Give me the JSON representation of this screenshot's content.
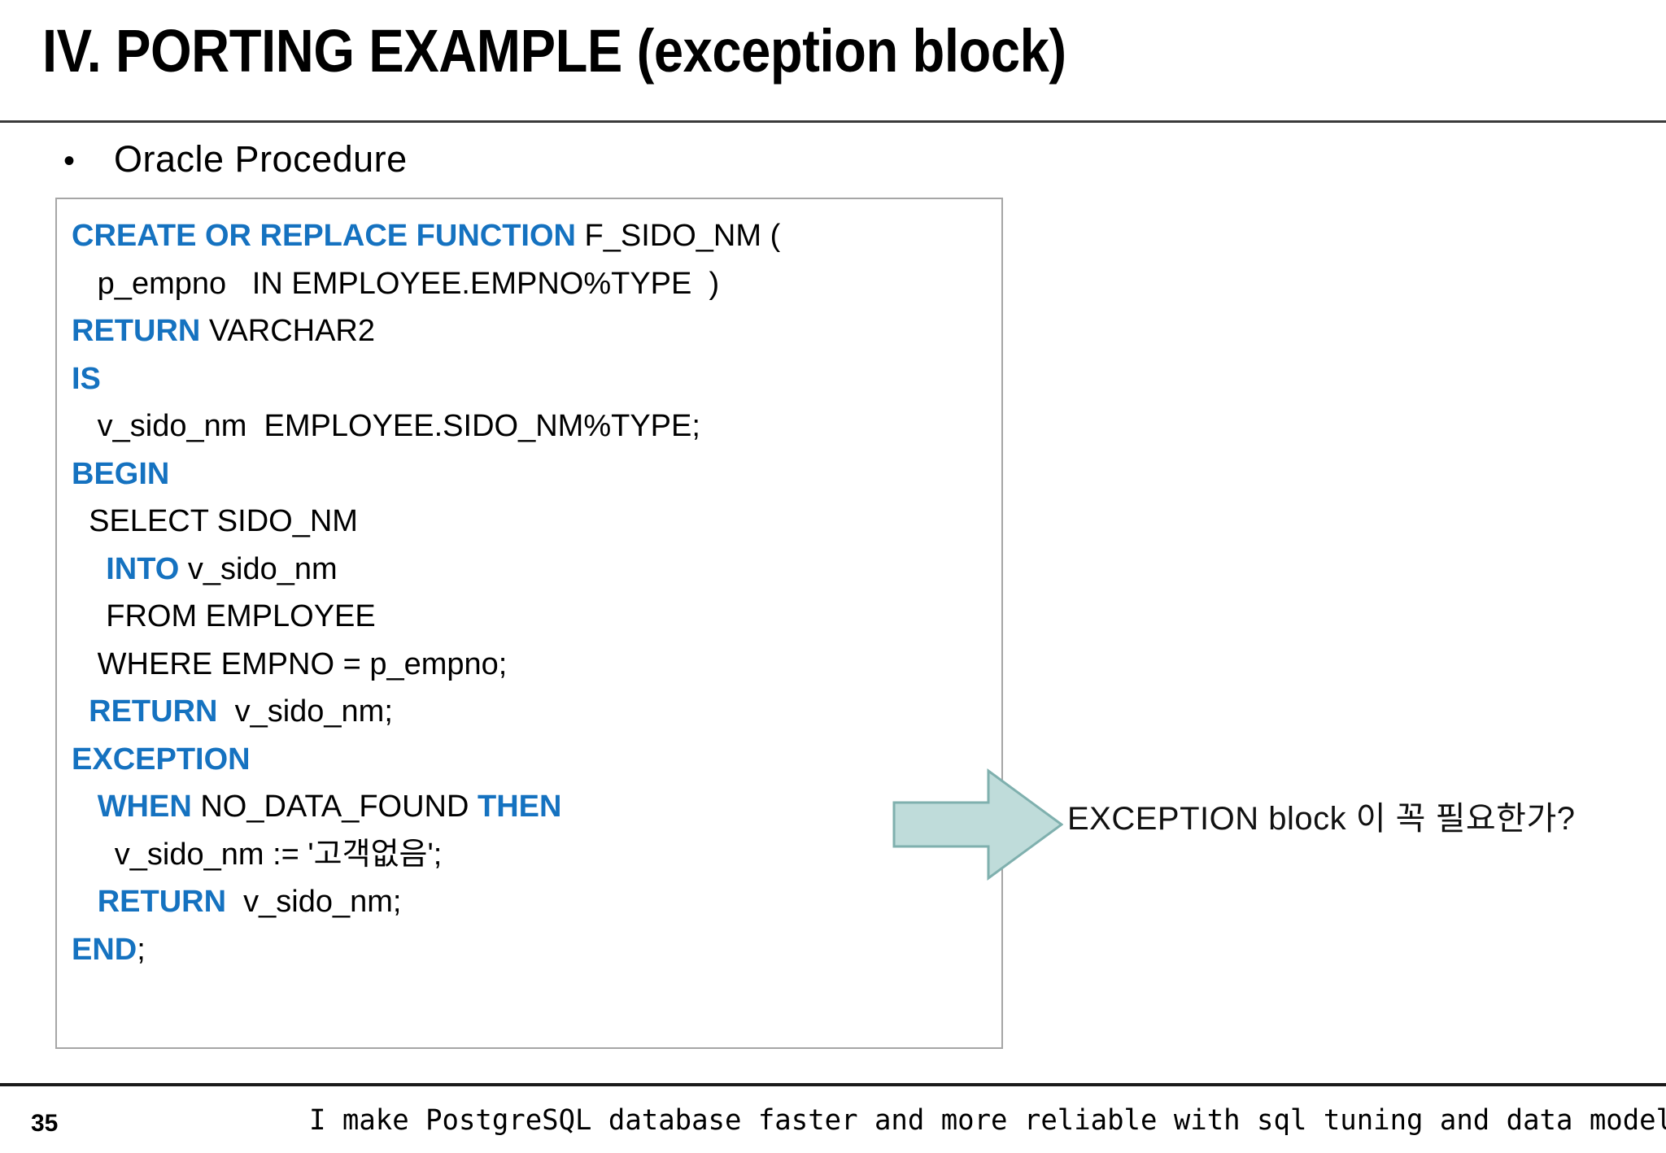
{
  "slide": {
    "title": "IV. PORTING EXAMPLE (exception block)",
    "bullet_marker": "•",
    "bullet_label": "Oracle Procedure"
  },
  "code_block": {
    "language": "Oracle PL/SQL",
    "keyword_color": "#1572C0",
    "text_color": "#000000",
    "border_color": "#A6A6A6",
    "lines": [
      {
        "id": "line-1",
        "segments": [
          {
            "text": "CREATE OR REPLACE FUNCTION",
            "kind": "keyword"
          },
          {
            "text": " F_SIDO_NM (",
            "kind": "plain"
          }
        ]
      },
      {
        "id": "line-2",
        "segments": [
          {
            "text": "   p_empno   IN EMPLOYEE.EMPNO%TYPE  )",
            "kind": "plain"
          }
        ]
      },
      {
        "id": "line-3",
        "segments": [
          {
            "text": "RETURN",
            "kind": "keyword"
          },
          {
            "text": " VARCHAR2",
            "kind": "plain"
          }
        ]
      },
      {
        "id": "line-4",
        "segments": [
          {
            "text": "IS",
            "kind": "keyword"
          }
        ]
      },
      {
        "id": "line-5",
        "segments": [
          {
            "text": "   v_sido_nm  EMPLOYEE.SIDO_NM%TYPE;",
            "kind": "plain"
          }
        ]
      },
      {
        "id": "line-6",
        "segments": [
          {
            "text": "BEGIN",
            "kind": "keyword"
          }
        ]
      },
      {
        "id": "line-7",
        "segments": [
          {
            "text": "  SELECT SIDO_NM",
            "kind": "plain"
          }
        ]
      },
      {
        "id": "line-8",
        "segments": [
          {
            "text": "    ",
            "kind": "plain"
          },
          {
            "text": "INTO",
            "kind": "keyword"
          },
          {
            "text": " v_sido_nm",
            "kind": "plain"
          }
        ]
      },
      {
        "id": "line-9",
        "segments": [
          {
            "text": "    FROM EMPLOYEE",
            "kind": "plain"
          }
        ]
      },
      {
        "id": "line-10",
        "segments": [
          {
            "text": "   WHERE EMPNO = p_empno;",
            "kind": "plain"
          }
        ]
      },
      {
        "id": "line-11",
        "segments": [
          {
            "text": "  ",
            "kind": "plain"
          },
          {
            "text": "RETURN",
            "kind": "keyword"
          },
          {
            "text": "  v_sido_nm;",
            "kind": "plain"
          }
        ]
      },
      {
        "id": "line-12",
        "segments": [
          {
            "text": "EXCEPTION",
            "kind": "keyword"
          }
        ]
      },
      {
        "id": "line-13",
        "segments": [
          {
            "text": "   ",
            "kind": "plain"
          },
          {
            "text": "WHEN",
            "kind": "keyword"
          },
          {
            "text": " NO_DATA_FOUND ",
            "kind": "plain"
          },
          {
            "text": "THEN",
            "kind": "keyword"
          }
        ]
      },
      {
        "id": "line-14",
        "segments": [
          {
            "text": "     v_sido_nm := '고객없음';",
            "kind": "plain"
          }
        ]
      },
      {
        "id": "line-15",
        "segments": [
          {
            "text": "   ",
            "kind": "plain"
          },
          {
            "text": "RETURN",
            "kind": "keyword"
          },
          {
            "text": "  v_sido_nm;",
            "kind": "plain"
          }
        ]
      },
      {
        "id": "line-16",
        "segments": [
          {
            "text": "END",
            "kind": "keyword"
          },
          {
            "text": ";",
            "kind": "plain"
          }
        ]
      }
    ]
  },
  "callout": {
    "arrow_fill": "#BFDCDA",
    "arrow_stroke": "#7FB0AE",
    "text": "EXCEPTION block 이 꼭 필요한가?"
  },
  "footer": {
    "page_number": "35",
    "tagline": "I make PostgreSQL database faster and more reliable with sql tuning and data modeling"
  }
}
